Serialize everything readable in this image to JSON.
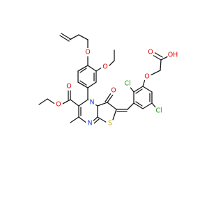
{
  "atoms": {
    "o_allyl": {
      "label": "O",
      "color": "#e00000"
    },
    "o_ethoxy": {
      "label": "O",
      "color": "#e00000"
    },
    "o_ester_carbonyl": {
      "label": "O",
      "color": "#e00000"
    },
    "o_ester_alkyl": {
      "label": "O",
      "color": "#e00000"
    },
    "o_ring_ketone": {
      "label": "O",
      "color": "#e00000"
    },
    "o_aryl_ether": {
      "label": "O",
      "color": "#e00000"
    },
    "o_acid_carbonyl": {
      "label": "O",
      "color": "#e00000"
    },
    "oh_acid": {
      "label": "OH",
      "color": "#e00000"
    },
    "n_ring_fused": {
      "label": "N",
      "color": "#1f3fdc"
    },
    "n_ring_imine": {
      "label": "N",
      "color": "#1f3fdc"
    },
    "s_thiazole": {
      "label": "S",
      "color": "#c8a800"
    },
    "cl_upper": {
      "label": "Cl",
      "color": "#1aa01a"
    },
    "cl_lower": {
      "label": "Cl",
      "color": "#1aa01a"
    }
  },
  "colors": {
    "bond": "#1a1a1a",
    "oxygen": "#e00000",
    "nitrogen": "#1f3fdc",
    "sulfur": "#c8a800",
    "chlorine": "#1aa01a"
  }
}
